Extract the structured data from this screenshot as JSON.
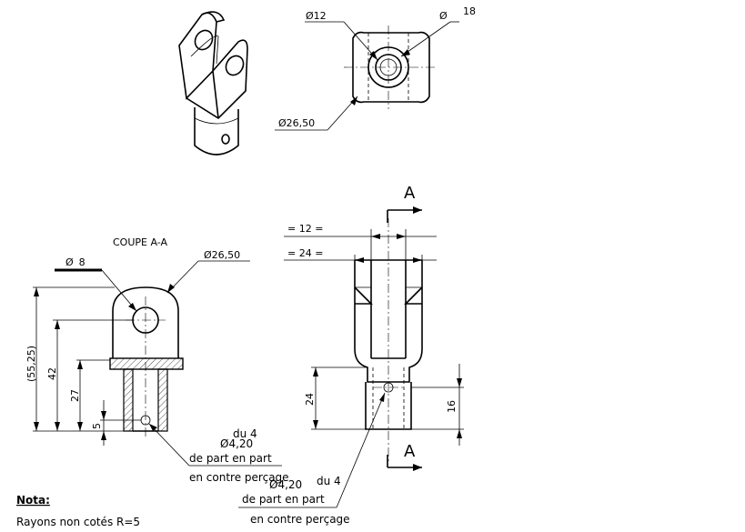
{
  "top_view": {
    "dia_bore": "12",
    "dia_outer": "18",
    "dia_body": "26,50"
  },
  "section": {
    "title": "COUPE A-A",
    "dia_pin": "8",
    "dia_head": "26,50",
    "h_total": "(55,25)",
    "h_axis": "42",
    "h_shank": "27",
    "h_hole": "5",
    "hole_note": [
      "du 4",
      "4,20",
      "de part en part",
      "en contre perçage"
    ]
  },
  "front_view": {
    "section_mark": "A",
    "w_slot": "= 12 =",
    "w_body": "= 24 =",
    "h_shank": "24",
    "h_hole": "16",
    "hole_note": [
      "du 4",
      "4,20",
      "de part en part",
      "en contre perçage"
    ]
  },
  "nota": {
    "title": "Nota:",
    "text": "Rayons non cotés R=5"
  }
}
